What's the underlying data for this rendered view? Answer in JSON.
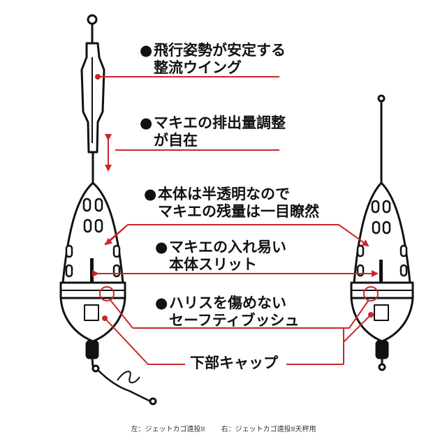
{
  "colors": {
    "leader": "#c8262b",
    "ink": "#111111",
    "body_fill": "#ffffff"
  },
  "callouts": [
    {
      "bullet": "●",
      "line1": "飛行姿勢が安定する",
      "line2": "整流ウイング"
    },
    {
      "bullet": "●",
      "line1": "マキエの排出量調整",
      "line2": "が自在"
    },
    {
      "bullet": "●",
      "line1": "本体は半透明なので",
      "line2": "マキエの残量は一目瞭然"
    },
    {
      "bullet": "●",
      "line1": "マキエの入れ易い",
      "line2": "本体スリット"
    },
    {
      "bullet": "●",
      "line1": "ハリスを傷めない",
      "line2": "セーフティブッシュ"
    },
    {
      "bullet": "",
      "line1": "下部キャップ",
      "line2": ""
    }
  ],
  "caption": {
    "left": "左：ジェットカゴ遠投II",
    "right": "右：ジェットカゴ遠投II天秤用"
  }
}
